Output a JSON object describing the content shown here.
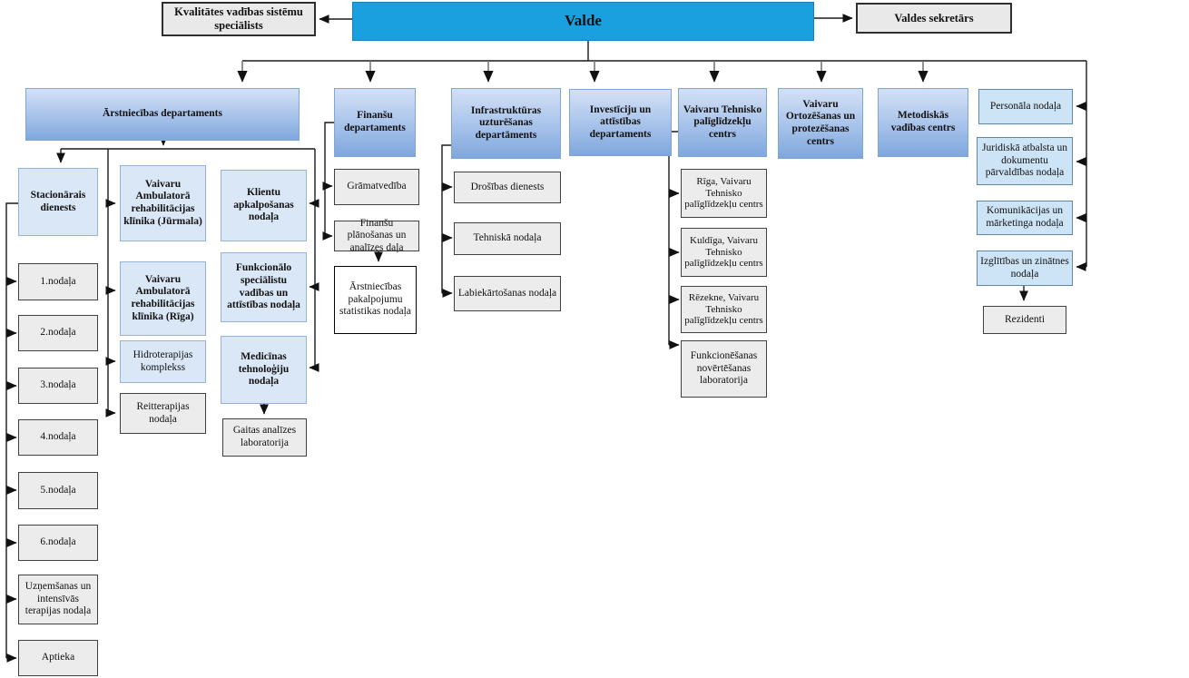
{
  "diagram_type": "organization-chart",
  "nodes": {
    "valde": "Valde",
    "kvalitates_specialists": "Kvalitātes vadības sistēmu speciālists",
    "valdes_sekretars": "Valdes sekretārs",
    "arstniecibas_departaments": "Ārstniecības departaments",
    "finansu_departaments": "Finanšu departaments",
    "infrastrukturas_departaments": "Infrastruktūras uzturēšanas departāments",
    "investiciju_departaments": "Investīciju un attīstības departaments",
    "vaivaru_tehnisko_centrs": "Vaivaru Tehnisko palīglīdzekļu centrs",
    "vaivaru_ortozesanas_centrs": "Vaivaru Ortozēšanas un protezēšanas centrs",
    "metodiskas_centrs": "Metodiskās vadības centrs",
    "personala_nodala": "Personāla nodaļa",
    "juridiska_nodala": "Juridiskā atbalsta un dokumentu pārvaldības nodaļa",
    "komunikacijas_nodala": "Komunikācijas un mārketinga nodaļa",
    "izglitibas_nodala": "Izglītības un zinātnes nodaļa",
    "rezidenti": "Rezidenti",
    "stacionarais_dienests": "Stacionārais dienests",
    "nodala1": "1.nodaļa",
    "nodala2": "2.nodaļa",
    "nodala3": "3.nodaļa",
    "nodala4": "4.nodaļa",
    "nodala5": "5.nodaļa",
    "nodala6": "6.nodaļa",
    "uznemsanas_nodala": "Uzņemšanas un intensīvās terapijas nodaļa",
    "aptieka": "Aptieka",
    "vark_jurmala": "Vaivaru Ambulatorā rehabilitācijas klīnika (Jūrmala)",
    "vark_riga": "Vaivaru Ambulatorā rehabilitācijas klīnika (Rīga)",
    "hidroterapijas": "Hidroterapijas komplekss",
    "reitterapijas": "Reitterapijas nodaļa",
    "klientu_nodala": "Klientu apkalpošanas nodaļa",
    "funkcionalo_nodala": "Funkcionālo speciālistu vadības un attīstības nodaļa",
    "medicinas_nodala": "Medicīnas tehnoloģiju nodaļa",
    "gaitas_laboratorija": "Gaitas analīzes laboratorija",
    "gramatvediba": "Grāmatvedība",
    "finansu_planosanas": "Finanšu plānošanas un analīzes daļa",
    "statistikas_nodala": "Ārstniecības pakalpojumu statistikas nodaļa",
    "drosibas_dienests": "Drošības dienests",
    "tehniska_nodala": "Tehniskā nodaļa",
    "labiekartosanas_nodala": "Labiekārtošanas nodaļa",
    "riga_vtpc": "Rīga, Vaivaru Tehnisko palīglīdzekļu centrs",
    "kuldiga_vtpc": "Kuldīga, Vaivaru Tehnisko palīglīdzekļu centrs",
    "rezekne_vtpc": "Rēzekne, Vaivaru Tehnisko palīglīdzekļu centrs",
    "funkcionesanas_laboratorija": "Funkcionēšanas novērtēšanas laboratorija"
  },
  "hierarchy": {
    "valde": [
      "kvalitates_specialists",
      "valdes_sekretars",
      "arstniecibas_departaments",
      "finansu_departaments",
      "infrastrukturas_departaments",
      "investiciju_departaments",
      "vaivaru_tehnisko_centrs",
      "vaivaru_ortozesanas_centrs",
      "metodiskas_centrs",
      "personala_nodala",
      "juridiska_nodala",
      "komunikacijas_nodala",
      "izglitibas_nodala"
    ],
    "arstniecibas_departaments": [
      "stacionarais_dienests",
      "vark_jurmala",
      "vark_riga",
      "hidroterapijas",
      "reitterapijas",
      "klientu_nodala",
      "funkcionalo_nodala",
      "medicinas_nodala"
    ],
    "stacionarais_dienests": [
      "nodala1",
      "nodala2",
      "nodala3",
      "nodala4",
      "nodala5",
      "nodala6",
      "uznemsanas_nodala",
      "aptieka"
    ],
    "medicinas_nodala": [
      "gaitas_laboratorija"
    ],
    "finansu_departaments": [
      "gramatvediba",
      "finansu_planosanas"
    ],
    "finansu_planosanas": [
      "statistikas_nodala"
    ],
    "infrastrukturas_departaments": [
      "drosibas_dienests",
      "tehniska_nodala",
      "labiekartosanas_nodala"
    ],
    "vaivaru_tehnisko_centrs": [
      "riga_vtpc",
      "kuldiga_vtpc",
      "rezekne_vtpc",
      "funkcionesanas_laboratorija"
    ],
    "izglitibas_nodala": [
      "rezidenti"
    ]
  },
  "colors": {
    "board_fill": "#1ba0df",
    "department_gradient_top": "#d4e1f6",
    "department_gradient_bottom": "#7fa7dd",
    "unit_blue_fill": "#dae7f6",
    "unit_blue_border": "#95b3d7",
    "right_unit_fill": "#cde3f6",
    "gray_unit_fill": "#ececec",
    "line_color": "#1a1a1a"
  }
}
